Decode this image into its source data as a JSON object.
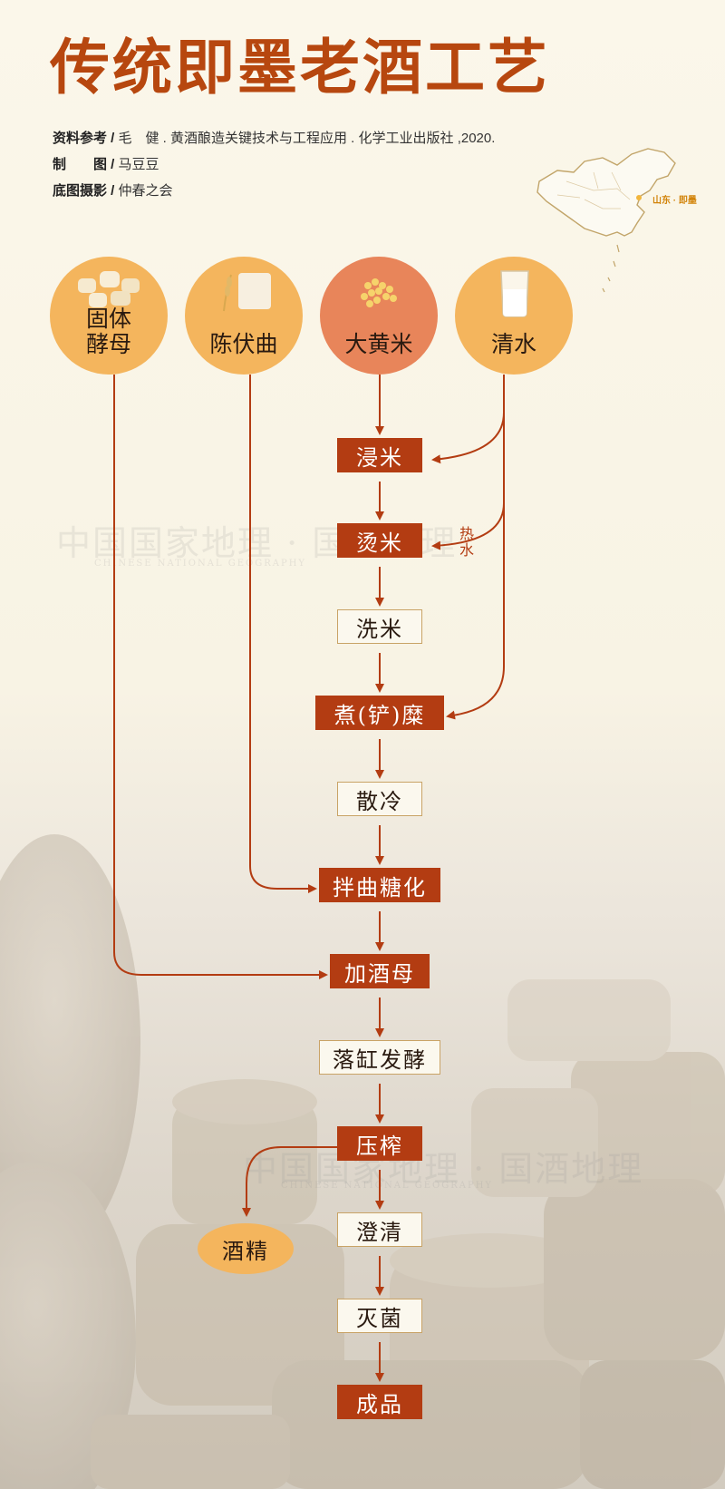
{
  "title": "传统即墨老酒工艺",
  "credits": [
    {
      "label": "资料参考 /",
      "value": "毛　健 . 黄酒酿造关键技术与工程应用 . 化学工业出版社 ,2020."
    },
    {
      "label": "制　　图 /",
      "value": "马豆豆"
    },
    {
      "label": "底图摄影 /",
      "value": "仲春之会"
    }
  ],
  "map": {
    "label": "山东 · 即墨",
    "icon": "china-map-icon"
  },
  "ingredients": [
    {
      "id": "yeast",
      "line1": "固体",
      "line2": "酵母",
      "color": "#f4b55d",
      "icon": "yeast-cakes-icon"
    },
    {
      "id": "qu",
      "line1": "陈伏曲",
      "line2": "",
      "color": "#f4b55d",
      "icon": "wheat-qu-icon"
    },
    {
      "id": "millet",
      "line1": "大黄米",
      "line2": "",
      "color": "#e8855a",
      "icon": "millet-grains-icon"
    },
    {
      "id": "water",
      "line1": "清水",
      "line2": "",
      "color": "#f4b55d",
      "icon": "water-beaker-icon"
    }
  ],
  "steps": [
    {
      "label": "浸米",
      "style": "dark"
    },
    {
      "label": "烫米",
      "style": "dark"
    },
    {
      "label": "洗米",
      "style": "light"
    },
    {
      "label": "煮(铲)糜",
      "style": "dark"
    },
    {
      "label": "散冷",
      "style": "light"
    },
    {
      "label": "拌曲糖化",
      "style": "dark"
    },
    {
      "label": "加酒母",
      "style": "dark"
    },
    {
      "label": "落缸发酵",
      "style": "light"
    },
    {
      "label": "压榨",
      "style": "dark"
    },
    {
      "label": "澄清",
      "style": "light"
    },
    {
      "label": "灭菌",
      "style": "light"
    },
    {
      "label": "成品",
      "style": "dark"
    }
  ],
  "hot_water_label": "热水",
  "byproduct": "酒精",
  "watermarks": [
    {
      "main": "中国国家地理 · 国酒地理",
      "sub": "CHINESE NATIONAL GEOGRAPHY"
    },
    {
      "main": "中国国家地理 · 国酒地理",
      "sub": "CHINESE NATIONAL GEOGRAPHY"
    }
  ],
  "colors": {
    "accent": "#b33c12",
    "title": "#b7470f",
    "light_box_border": "#c9a366",
    "ingredient": "#f4b55d",
    "millet": "#e8855a"
  }
}
